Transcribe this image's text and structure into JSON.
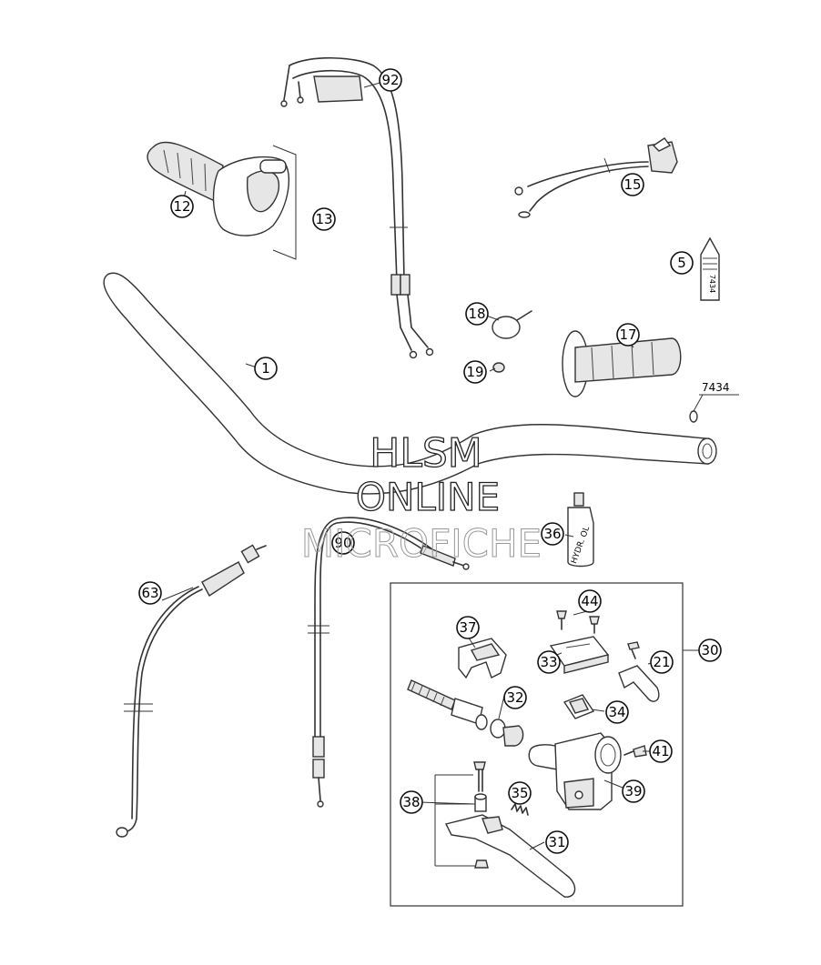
{
  "callouts": [
    {
      "id": "1",
      "label": "1"
    },
    {
      "id": "5",
      "label": "5"
    },
    {
      "id": "12",
      "label": "12"
    },
    {
      "id": "13",
      "label": "13"
    },
    {
      "id": "15",
      "label": "15"
    },
    {
      "id": "17",
      "label": "17"
    },
    {
      "id": "18",
      "label": "18"
    },
    {
      "id": "19",
      "label": "19"
    },
    {
      "id": "21",
      "label": "21"
    },
    {
      "id": "30",
      "label": "30"
    },
    {
      "id": "31",
      "label": "31"
    },
    {
      "id": "32",
      "label": "32"
    },
    {
      "id": "33",
      "label": "33"
    },
    {
      "id": "34",
      "label": "34"
    },
    {
      "id": "35",
      "label": "35"
    },
    {
      "id": "36",
      "label": "36"
    },
    {
      "id": "37",
      "label": "37"
    },
    {
      "id": "38",
      "label": "38"
    },
    {
      "id": "39",
      "label": "39"
    },
    {
      "id": "41",
      "label": "41"
    },
    {
      "id": "44",
      "label": "44"
    },
    {
      "id": "63",
      "label": "63"
    },
    {
      "id": "90",
      "label": "90"
    },
    {
      "id": "92",
      "label": "92"
    }
  ],
  "part_code": "7434",
  "bottle_code": "7434",
  "oil_bottle_label": "HYDR. OL",
  "watermark": {
    "line1": "HLSM",
    "line2": "ONLINE",
    "line3": "MICROFICHE"
  }
}
